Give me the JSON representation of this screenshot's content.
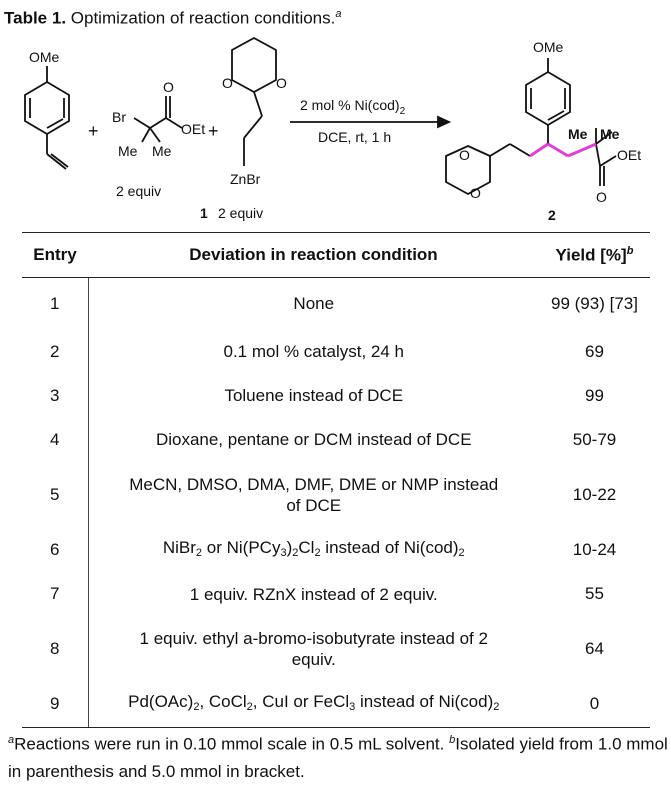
{
  "caption": {
    "label": "Table 1.",
    "text": " Optimization of reaction conditions.",
    "marker": "a"
  },
  "scheme": {
    "ome_left": "OMe",
    "ome_right": "OMe",
    "br": "Br",
    "o_carbonyl": "O",
    "oet_left": "OEt",
    "me_left_1": "Me",
    "me_left_2": "Me",
    "equiv_bromide": "2 equiv",
    "dioxane_o1": "O",
    "dioxane_o2": "O",
    "znbr": "ZnBr",
    "reagent_number": "1",
    "reagent_equiv": "2 equiv",
    "cond_top_prefix": "2 mol % Ni(cod)",
    "cond_top_sub": "2",
    "cond_bottom": "DCE, rt, 1 h",
    "product_number": "2",
    "me_right_1": "Me",
    "me_right_2": "Me",
    "oet_right": "OEt",
    "o_carbonyl_right": "O",
    "prod_o1": "O",
    "prod_o2": "O",
    "plus1": "+",
    "plus2": "+",
    "colors": {
      "new_bond": "#e03fd8",
      "line": "#111111"
    }
  },
  "table": {
    "headers": {
      "entry": "Entry",
      "deviation": "Deviation in reaction condition",
      "yield": "Yield [%]",
      "yield_marker": "b"
    },
    "rows": [
      {
        "entry": "1",
        "yield": "99 (93) [73]",
        "dev": [
          "None"
        ]
      },
      {
        "entry": "2",
        "yield": "69",
        "dev": [
          "0.1 mol % catalyst, 24 h"
        ]
      },
      {
        "entry": "3",
        "yield": "99",
        "dev": [
          "Toluene instead of DCE"
        ]
      },
      {
        "entry": "4",
        "yield": "50-79",
        "dev": [
          "Dioxane,  pentane or DCM instead of DCE"
        ]
      },
      {
        "entry": "5",
        "yield": "10-22",
        "dev": [
          "MeCN, DMSO, DMA, DMF, DME or NMP instead",
          "of DCE"
        ]
      },
      {
        "entry": "6",
        "yield": "10-24",
        "dev": []
      },
      {
        "entry": "7",
        "yield": "55",
        "dev": [
          "1 equiv. RZnX instead of 2 equiv."
        ]
      },
      {
        "entry": "8",
        "yield": "64",
        "dev": [
          "1 equiv. ethyl a-bromo-isobutyrate instead of 2",
          "equiv."
        ]
      },
      {
        "entry": "9",
        "yield": "0",
        "dev": []
      }
    ],
    "row6_parts": {
      "a": "NiBr",
      "a_sub": "2",
      "b": " or Ni(PCy",
      "b_sub": "3",
      "c": ")",
      "c_sub": "2",
      "d": "Cl",
      "d_sub": "2",
      "e": " instead of Ni(cod)",
      "e_sub": "2"
    },
    "row9_parts": {
      "a": "Pd(OAc)",
      "a_sub": "2",
      "b": ", CoCl",
      "b_sub": "2",
      "c": ", CuI or FeCl",
      "c_sub": "3",
      "d": " instead of Ni(cod)",
      "d_sub": "2"
    }
  },
  "footnote": {
    "a_marker": "a",
    "a_text": "Reactions were run in 0.10 mmol scale in 0.5 mL solvent. ",
    "b_marker": "b",
    "b_text": "Isolated yield from 1.0 mmol in parenthesis and 5.0 mmol in bracket."
  }
}
